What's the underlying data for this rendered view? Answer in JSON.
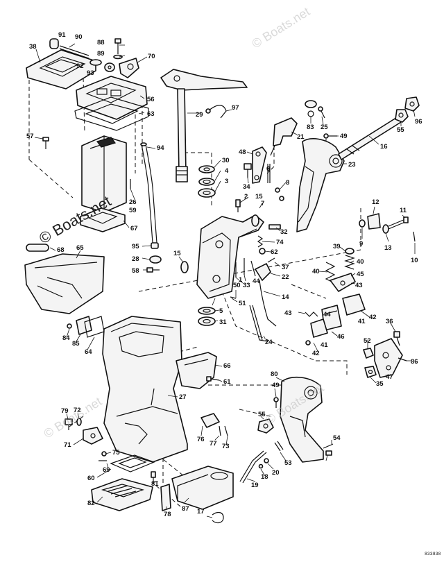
{
  "watermark": "© Boats.net",
  "drawing_code": "833838",
  "callouts": [
    "91",
    "90",
    "88",
    "89",
    "70",
    "38",
    "92",
    "93",
    "56",
    "63",
    "97",
    "29",
    "57",
    "94",
    "30",
    "4",
    "3",
    "26",
    "59",
    "67",
    "68",
    "65",
    "95",
    "28",
    "58",
    "15",
    "2",
    "1",
    "50",
    "33",
    "44",
    "51",
    "5",
    "31",
    "34",
    "6",
    "48",
    "7",
    "8",
    "32",
    "74",
    "62",
    "37",
    "22",
    "14",
    "43",
    "24",
    "21",
    "83",
    "25",
    "49",
    "55",
    "96",
    "16",
    "23",
    "12",
    "11",
    "13",
    "9",
    "10",
    "39",
    "40",
    "45",
    "41",
    "42",
    "46",
    "36",
    "52",
    "47",
    "35",
    "86",
    "84",
    "85",
    "64",
    "66",
    "61",
    "27",
    "80",
    "79",
    "72",
    "71",
    "76",
    "77",
    "73",
    "75",
    "69",
    "60",
    "82",
    "81",
    "78",
    "87",
    "17",
    "19",
    "18",
    "20",
    "53",
    "54"
  ]
}
